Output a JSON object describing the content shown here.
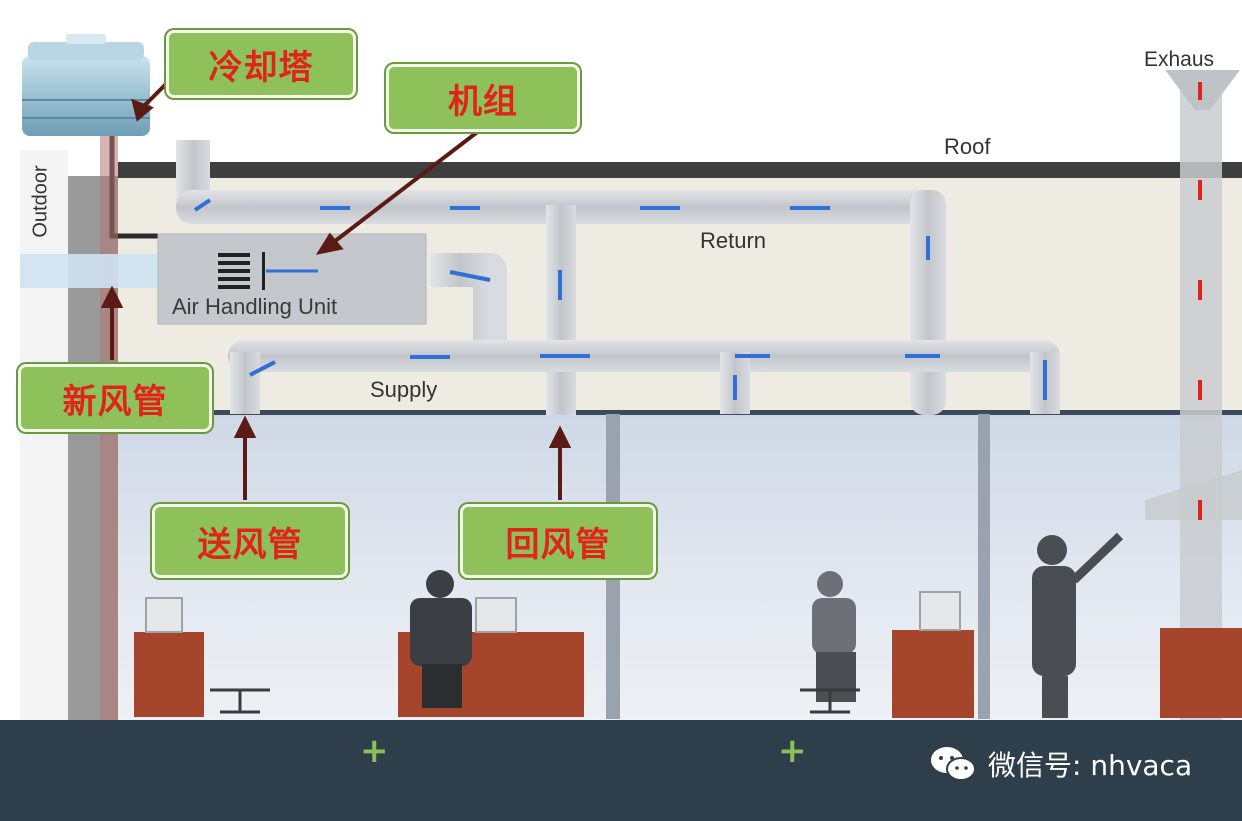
{
  "labels": {
    "cooling_tower": "冷却塔",
    "unit": "机组",
    "fresh_air_duct": "新风管",
    "supply_duct": "送风管",
    "return_duct": "回风管"
  },
  "diagram_text": {
    "roof": "Roof",
    "exhaust": "Exhaus",
    "outdoor": "Outdoor",
    "return": "Return",
    "supply": "Supply",
    "ahu": "Air Handling Unit"
  },
  "watermark": {
    "text": "微信号: nhvaca",
    "icon": "wechat-icon"
  },
  "colors": {
    "label_bg": "#8fc15a",
    "label_text": "#e0241b",
    "duct": "#c9ccd0",
    "air_arrow": "#2f6fd6",
    "exhaust_arrow": "#e0241b",
    "floor": "#2e3f4b"
  }
}
